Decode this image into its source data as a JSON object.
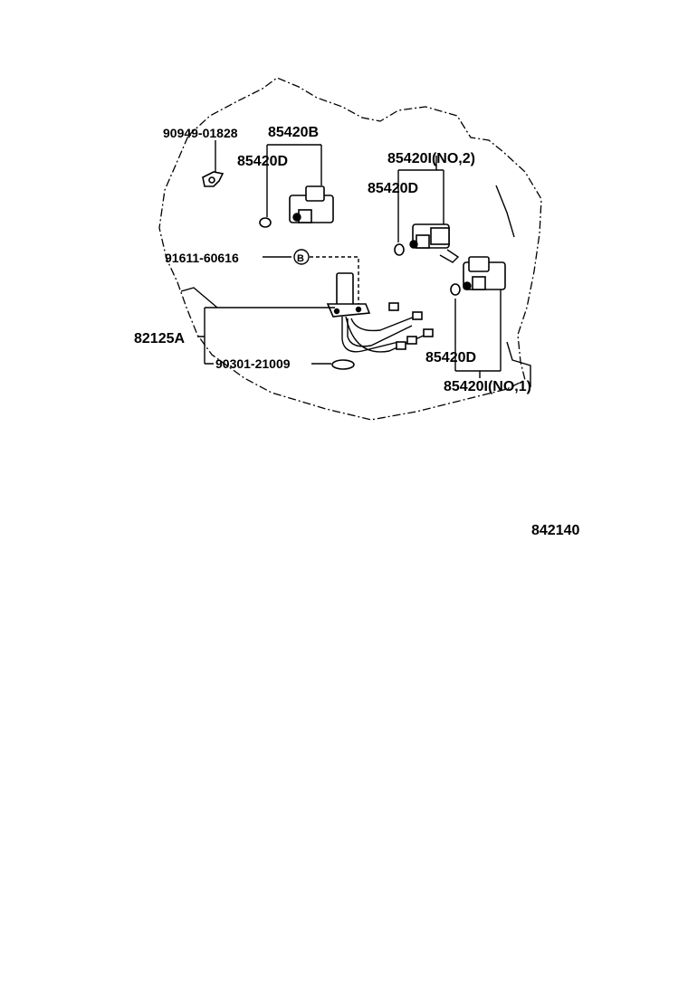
{
  "labels": {
    "p_90949": "90949-01828",
    "p_85420B": "85420B",
    "p_85420D_top": "85420D",
    "p_85420I_no2": "85420I(NO,2)",
    "p_85420D_right": "85420D",
    "p_91611": "91611-60616",
    "p_ref_b": "B",
    "p_82125A": "82125A",
    "p_90301": "90301-21009",
    "p_85420D_bottom": "85420D",
    "p_85420I_no1": "85420I(NO,1)",
    "figure_code": "842140"
  }
}
